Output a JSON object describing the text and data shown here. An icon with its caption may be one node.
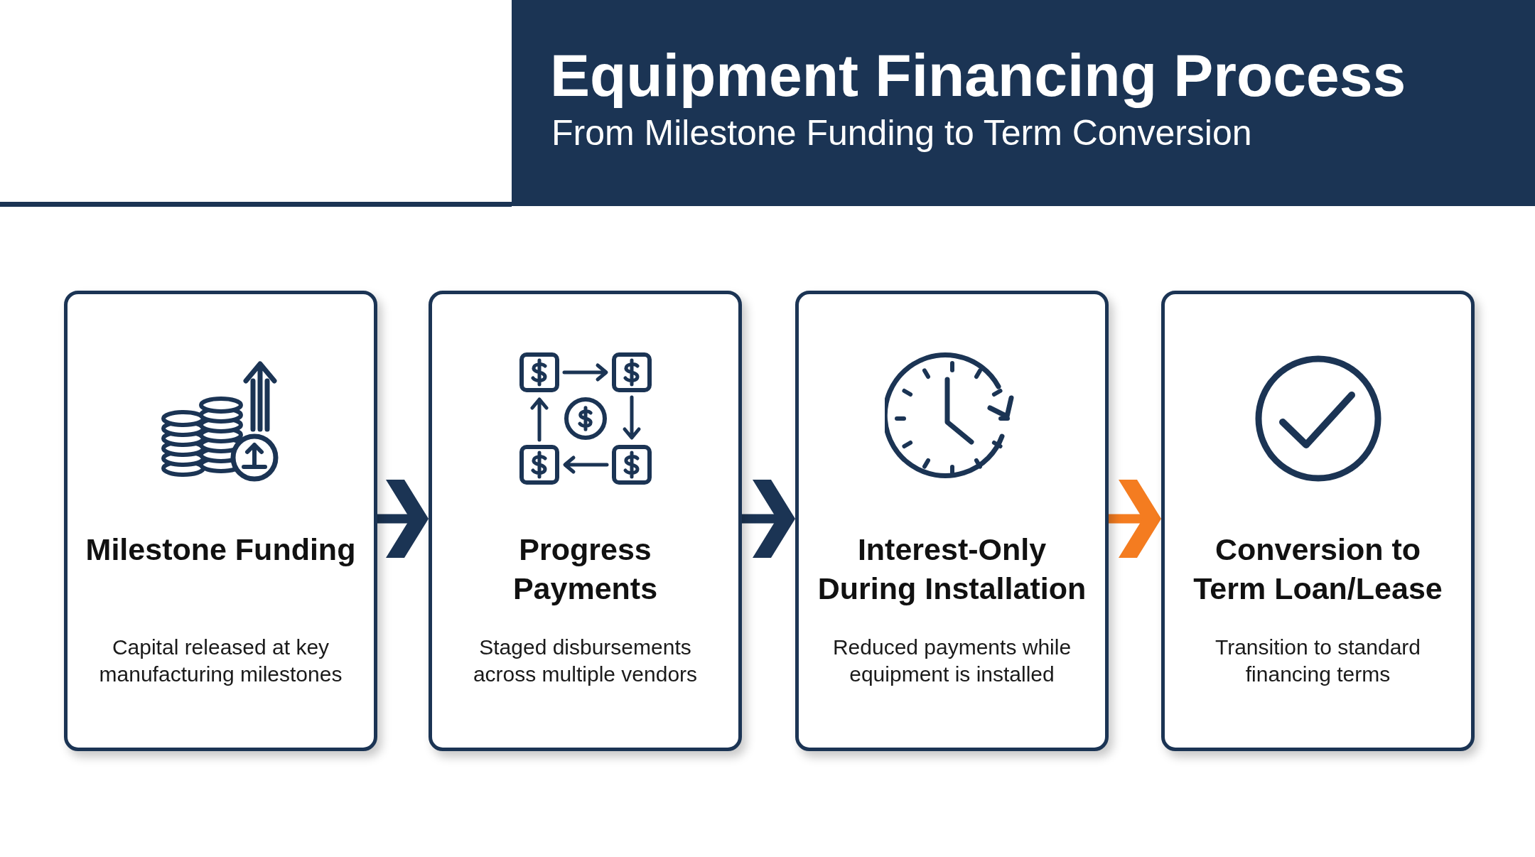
{
  "diagram": {
    "title": "Equipment Financing Process",
    "nodes": [
      {
        "text": [
          "Milestone Funding",
          "Capital released at key manufacturing milestones"
        ]
      },
      {
        "text": [
          "Progress Payments",
          "Staged disbursements across multiple vendors"
        ]
      },
      {
        "text": [
          "Interest-Only During Installation",
          "Reduced payments while equipment is installed"
        ]
      },
      {
        "text": [
          "Conversion to Term Loan/Lease",
          "Transition to standard financing terms"
        ]
      }
    ],
    "edges": [
      {
        "from": 0,
        "to": 1,
        "arrow": "to"
      },
      {
        "from": 1,
        "to": 2,
        "arrow": "to"
      },
      {
        "from": 2,
        "to": 3,
        "arrow": "to",
        "color": "#f47c20"
      }
    ],
    "labels": [
      "From Milestone Funding to Term Conversion"
    ]
  }
}
